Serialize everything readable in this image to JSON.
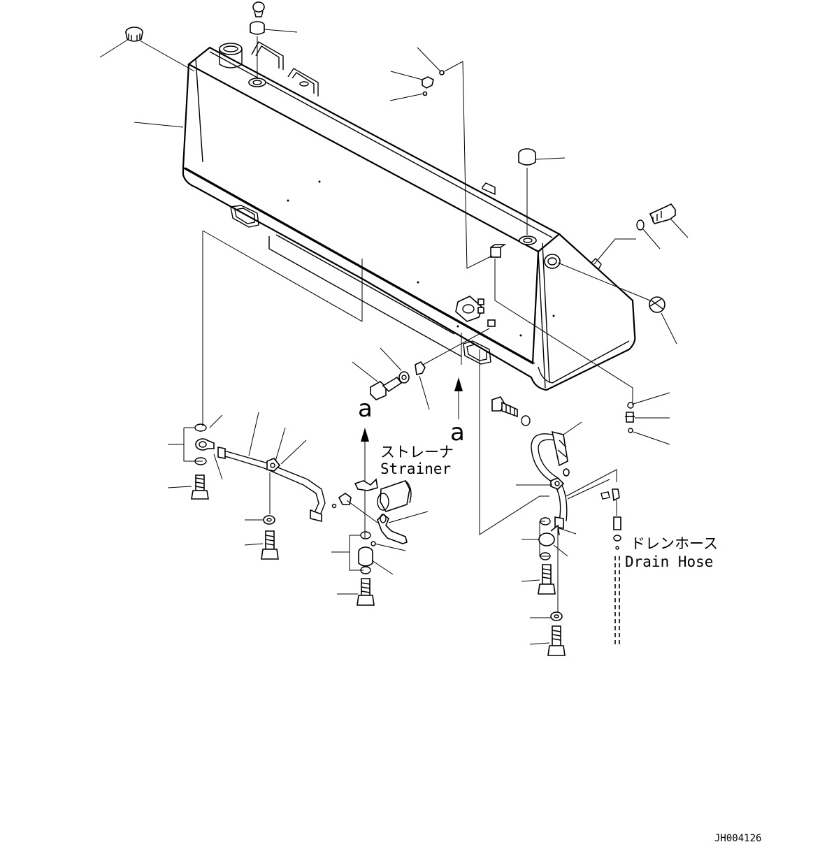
{
  "labels": {
    "strainer_jp": "ストレーナ",
    "strainer_en": "Strainer",
    "drain_hose_jp": "ドレンホース",
    "drain_hose_en": "Drain Hose",
    "view_a_upper": "a",
    "view_a_lower": "a",
    "drawing_code": "JH004126"
  }
}
